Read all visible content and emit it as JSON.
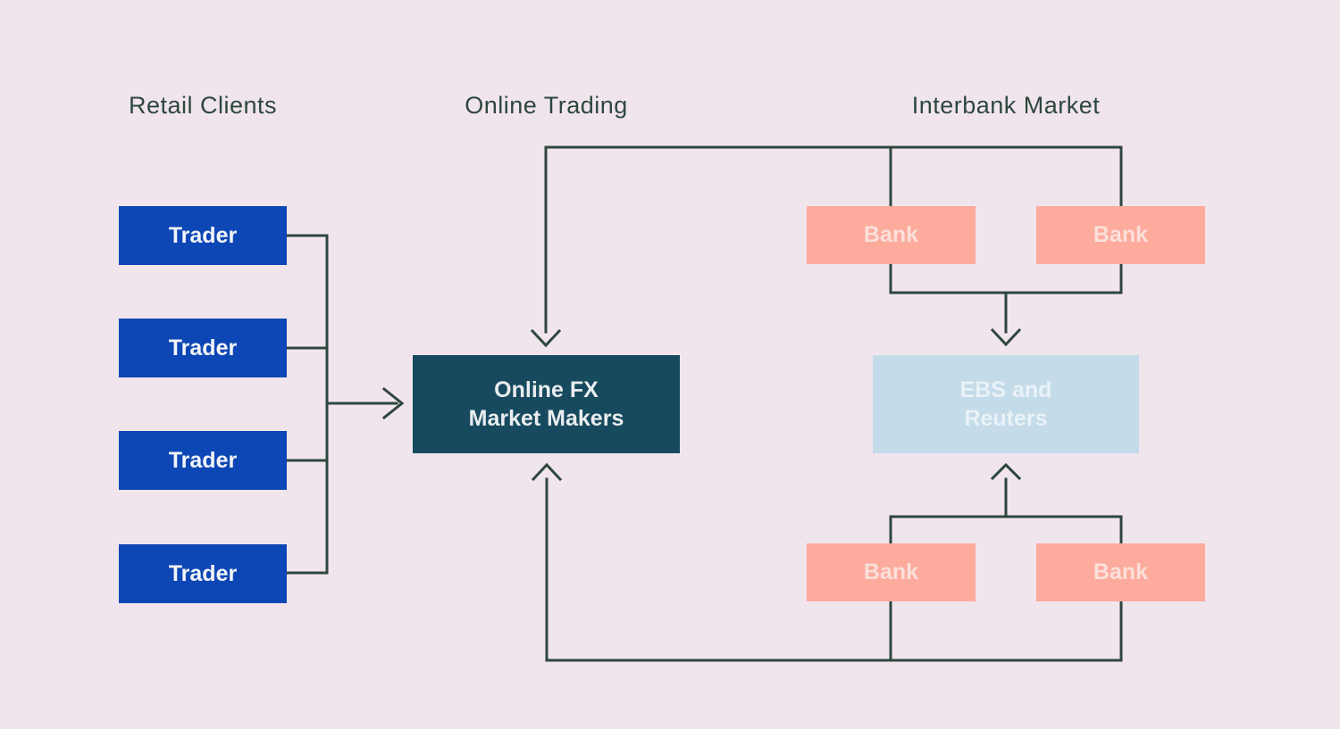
{
  "headings": {
    "retail_clients": "Retail Clients",
    "online_trading": "Online Trading",
    "interbank_market": "Interbank Market"
  },
  "nodes": {
    "traders": [
      {
        "label": "Trader"
      },
      {
        "label": "Trader"
      },
      {
        "label": "Trader"
      },
      {
        "label": "Trader"
      }
    ],
    "market_makers": {
      "label": "Online FX\nMarket Makers"
    },
    "banks_top": [
      {
        "label": "Bank"
      },
      {
        "label": "Bank"
      }
    ],
    "ebs_reuters": {
      "label": "EBS and\nReuters"
    },
    "banks_bottom": [
      {
        "label": "Bank"
      },
      {
        "label": "Bank"
      }
    ]
  },
  "colors": {
    "background": "#f1e5ed",
    "ink": "#2e473e",
    "trader-blue": "#0d47b5",
    "trader-label": "#f2f4f8",
    "mm-teal": "#174a5e",
    "mm-label": "#e9edef",
    "bank-salmon": "#fdab9d",
    "bank-label": "#fbe0da",
    "ebs-blue": "#c4dbe9",
    "ebs-label": "#e9f2f7"
  }
}
